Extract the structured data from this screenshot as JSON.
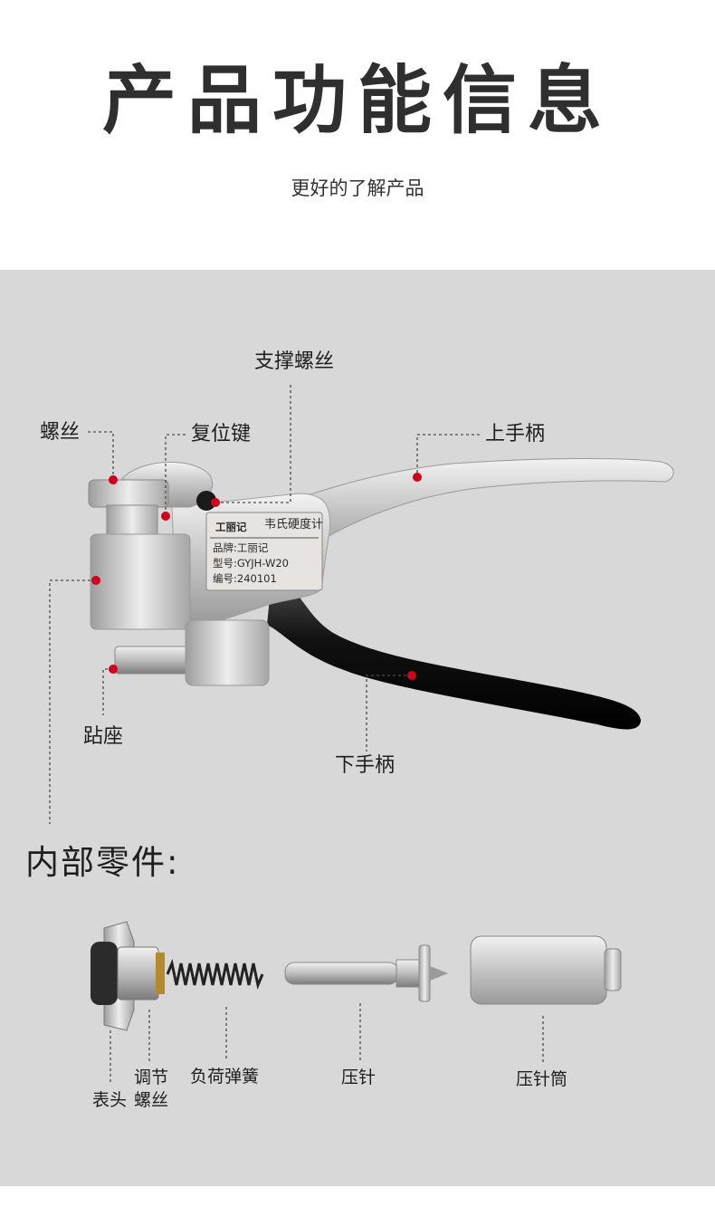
{
  "header": {
    "title": "产品功能信息",
    "subtitle": "更好的了解产品"
  },
  "tool_labels": {
    "support_screw": "支撑螺丝",
    "screw": "螺丝",
    "reset_key": "复位键",
    "upper_handle": "上手柄",
    "anvil": "跕座",
    "lower_handle": "下手柄"
  },
  "nameplate": {
    "logo": "工丽记",
    "product": "韦氏硬度计",
    "brand": "品牌:工丽记",
    "model": "型号:GYJH-W20",
    "serial": "编号:240101"
  },
  "parts_section": {
    "title": "内部零件:",
    "labels": {
      "gauge_head": "表头",
      "adjust_line1": "调节",
      "adjust_line2": "螺丝",
      "load_spring": "负荷弹簧",
      "indenter": "压针",
      "indenter_sleeve": "压针筒"
    }
  },
  "colors": {
    "panel_bg": "#d8d8d8",
    "marker": "#d0021b",
    "leader": "#4a4a4a"
  }
}
